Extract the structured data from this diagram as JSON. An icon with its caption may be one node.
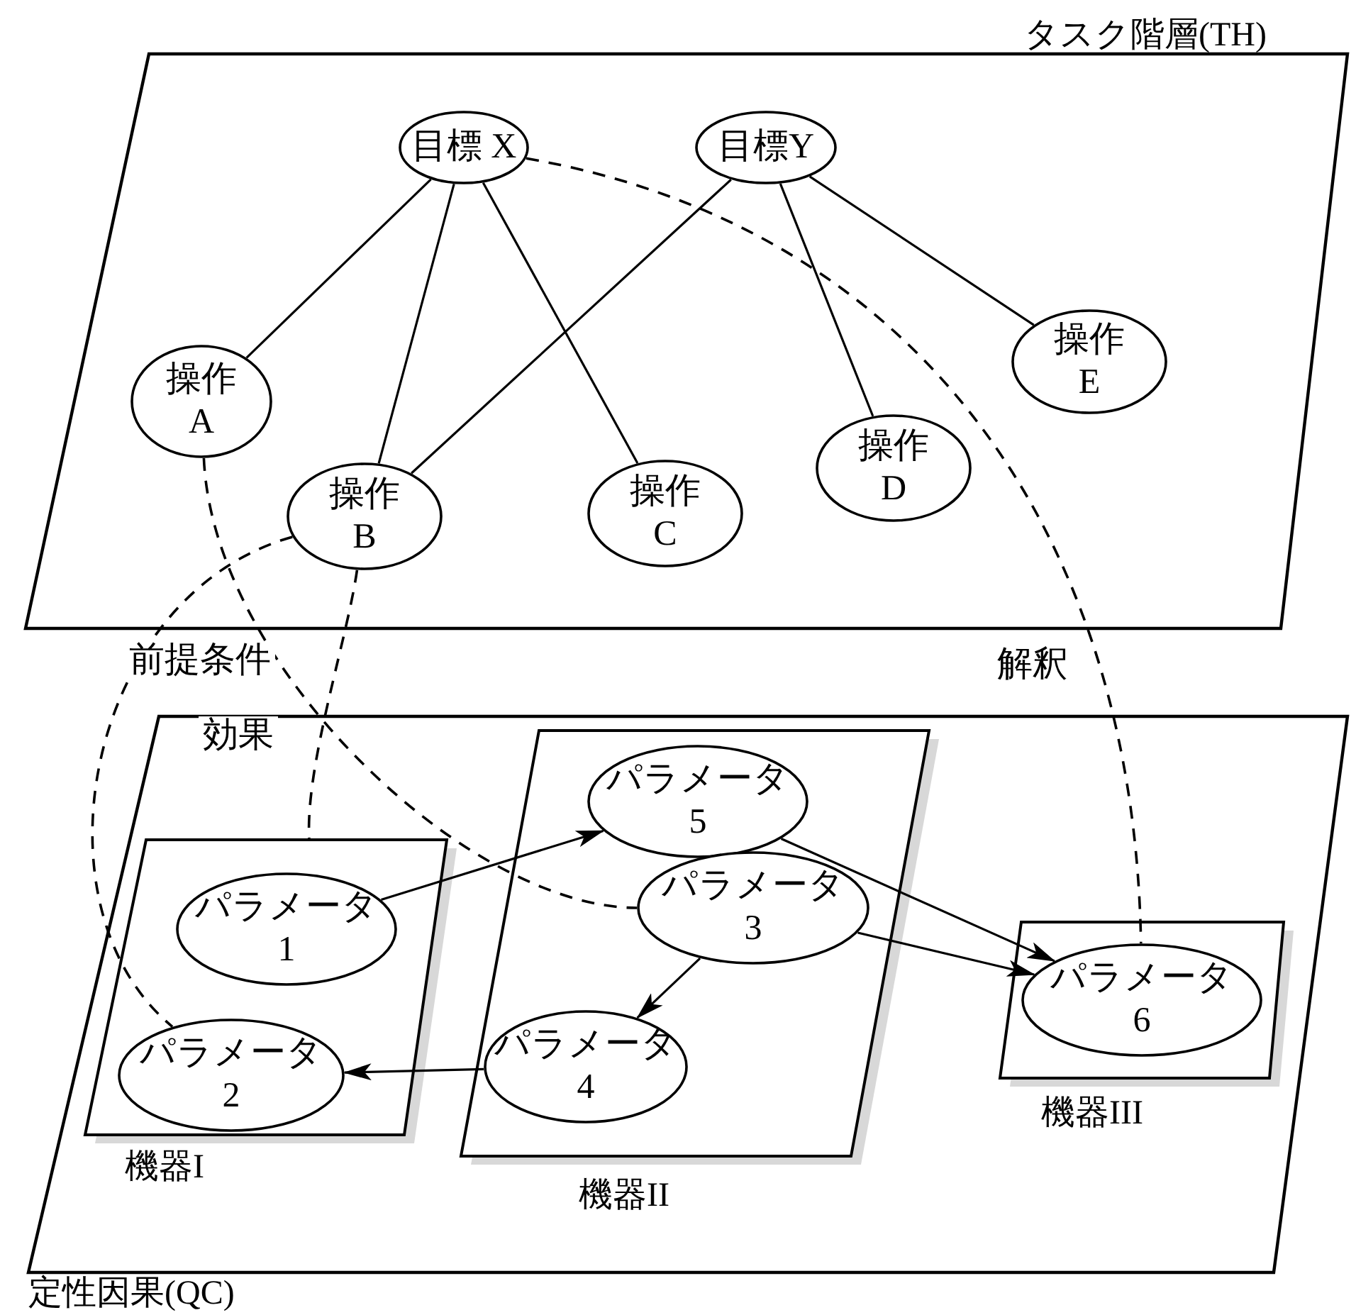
{
  "diagram": {
    "nodes": [
      {
        "text": [
          "タスク階層(TH)"
        ]
      },
      {
        "text": [
          "目標 X"
        ],
        "in": 0
      },
      {
        "text": [
          "目標Y"
        ],
        "in": 0
      },
      {
        "text": [
          "操作 A"
        ],
        "in": 0
      },
      {
        "text": [
          "操作 B"
        ],
        "in": 0
      },
      {
        "text": [
          "操作 C"
        ],
        "in": 0
      },
      {
        "text": [
          "操作 D"
        ],
        "in": 0
      },
      {
        "text": [
          "操作 E"
        ],
        "in": 0
      },
      {
        "text": [
          "定性因果(QC)"
        ]
      },
      {
        "text": [
          "機器I"
        ],
        "in": 8
      },
      {
        "text": [
          "パラメータ 1"
        ],
        "in": 9
      },
      {
        "text": [
          "パラメータ 2"
        ],
        "in": 9
      },
      {
        "text": [
          "機器II"
        ],
        "in": 8
      },
      {
        "text": [
          "パラメータ 5"
        ],
        "in": 12
      },
      {
        "text": [
          "パラメータ 3"
        ],
        "in": 12
      },
      {
        "text": [
          "パラメータ 4"
        ],
        "in": 12
      },
      {
        "text": [
          "機器III"
        ],
        "in": 8
      },
      {
        "text": [
          "パラメータ 6"
        ],
        "in": 16
      }
    ],
    "edges": [
      {
        "from": 1,
        "to": 3,
        "arrow": "none"
      },
      {
        "from": 1,
        "to": 4,
        "arrow": "none"
      },
      {
        "from": 1,
        "to": 5,
        "arrow": "none"
      },
      {
        "from": 2,
        "to": 4,
        "arrow": "none"
      },
      {
        "from": 2,
        "to": 6,
        "arrow": "none"
      },
      {
        "from": 2,
        "to": 7,
        "arrow": "none"
      },
      {
        "from": 1,
        "to": 17,
        "arrow": "none",
        "style": "dashed",
        "label": "解釈"
      },
      {
        "from": 3,
        "to": 14,
        "arrow": "none",
        "style": "dashed"
      },
      {
        "from": 4,
        "to": 9,
        "arrow": "none",
        "style": "dashed",
        "label": "効果"
      },
      {
        "from": 4,
        "to": 11,
        "arrow": "none",
        "style": "dashed",
        "label": "前提条件"
      },
      {
        "from": 10,
        "to": 13,
        "arrow": "to"
      },
      {
        "from": 13,
        "to": 17,
        "arrow": "to"
      },
      {
        "from": 14,
        "to": 17,
        "arrow": "to"
      },
      {
        "from": 14,
        "to": 15,
        "arrow": "to"
      },
      {
        "from": 15,
        "to": 11,
        "arrow": "to"
      }
    ]
  }
}
